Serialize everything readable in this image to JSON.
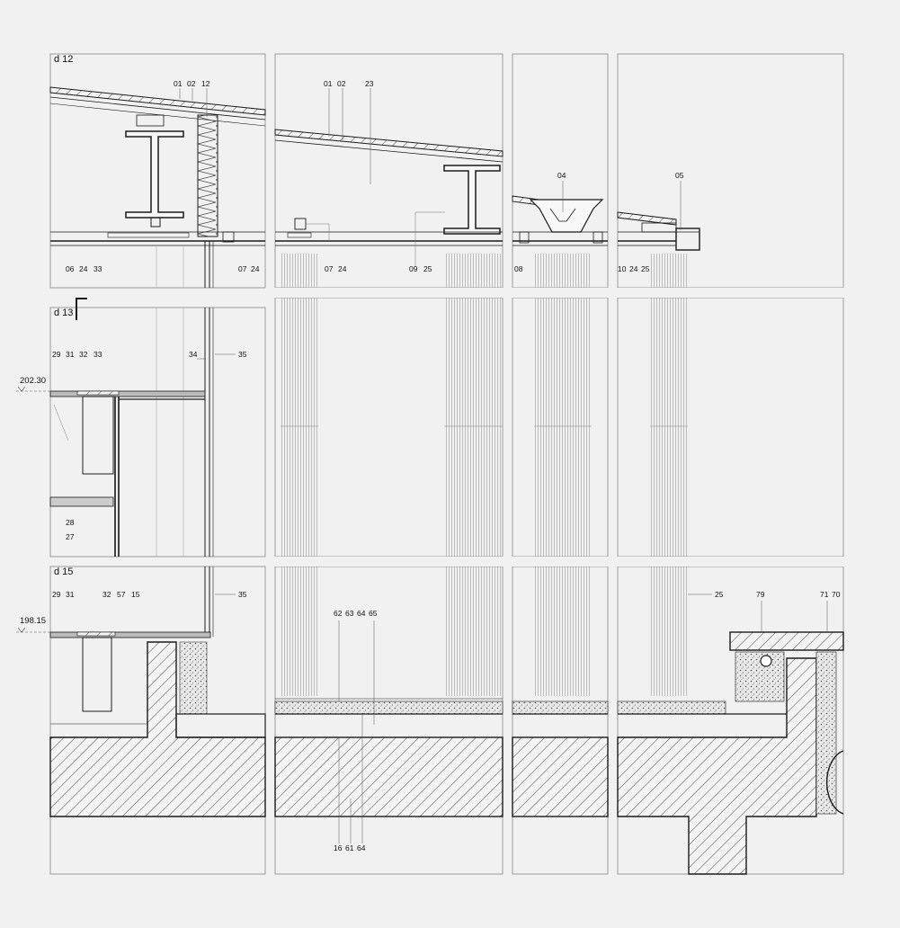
{
  "detail_titles": {
    "d12": "d 12",
    "d13": "d 13",
    "d15": "d 15"
  },
  "levels": {
    "upper": "202.30",
    "lower": "198.15"
  },
  "callouts": {
    "d12_top": [
      "01",
      "02",
      "12"
    ],
    "d12_bottom": [
      "06",
      "24",
      "33",
      "07",
      "24"
    ],
    "roof_top": [
      "01",
      "02",
      "23"
    ],
    "roof_bottom": [
      "07",
      "24",
      "09",
      "25"
    ],
    "gutter_top": "04",
    "gutter_bottom": "08",
    "eave_top": "05",
    "eave_bottom": [
      "10",
      "24",
      "25"
    ],
    "d13_row": [
      "29",
      "31",
      "32",
      "33",
      "34",
      "35"
    ],
    "d13_lower": [
      "28",
      "27"
    ],
    "d15_row": [
      "29",
      "31",
      "32",
      "57",
      "15",
      "35"
    ],
    "floor_top": [
      "62",
      "63",
      "64",
      "65"
    ],
    "floor_bottom": [
      "16",
      "61",
      "64"
    ],
    "edge_row": [
      "25",
      "79",
      "71",
      "70"
    ]
  },
  "colors": {
    "background": "#f1f1f1",
    "line": "#1a1a1a",
    "frame": "#999999"
  }
}
